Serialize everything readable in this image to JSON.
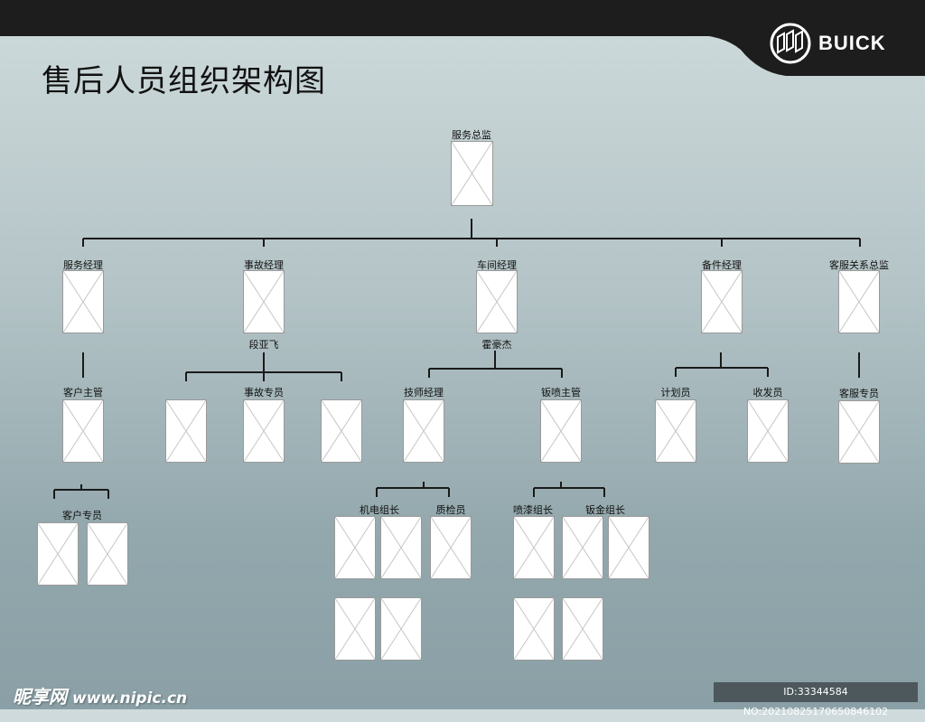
{
  "header": {
    "brand": "BUICK"
  },
  "title": "售后人员组织架构图",
  "org": {
    "director": "服务总监",
    "service_manager": "服务经理",
    "accident_manager": "事故经理",
    "accident_manager_name": "段亚飞",
    "workshop_manager": "车间经理",
    "workshop_manager_name": "霍豪杰",
    "parts_manager": "备件经理",
    "cr_director": "客服关系总监",
    "customer_supervisor": "客户主管",
    "accident_specialist": "事故专员",
    "tech_manager": "技师经理",
    "bodypaint_supervisor": "钣喷主管",
    "planner": "计划员",
    "receiver": "收发员",
    "cs_specialist": "客服专员",
    "customer_specialist": "客户专员",
    "electro_leader": "机电组长",
    "inspector": "质检员",
    "paint_leader": "喷漆组长",
    "sheetmetal_leader": "钣金组长"
  },
  "watermark": {
    "brand": "昵享网",
    "url": "www.nipic.cn"
  },
  "image_id": "ID:33344584 NO:20210825170650846102"
}
